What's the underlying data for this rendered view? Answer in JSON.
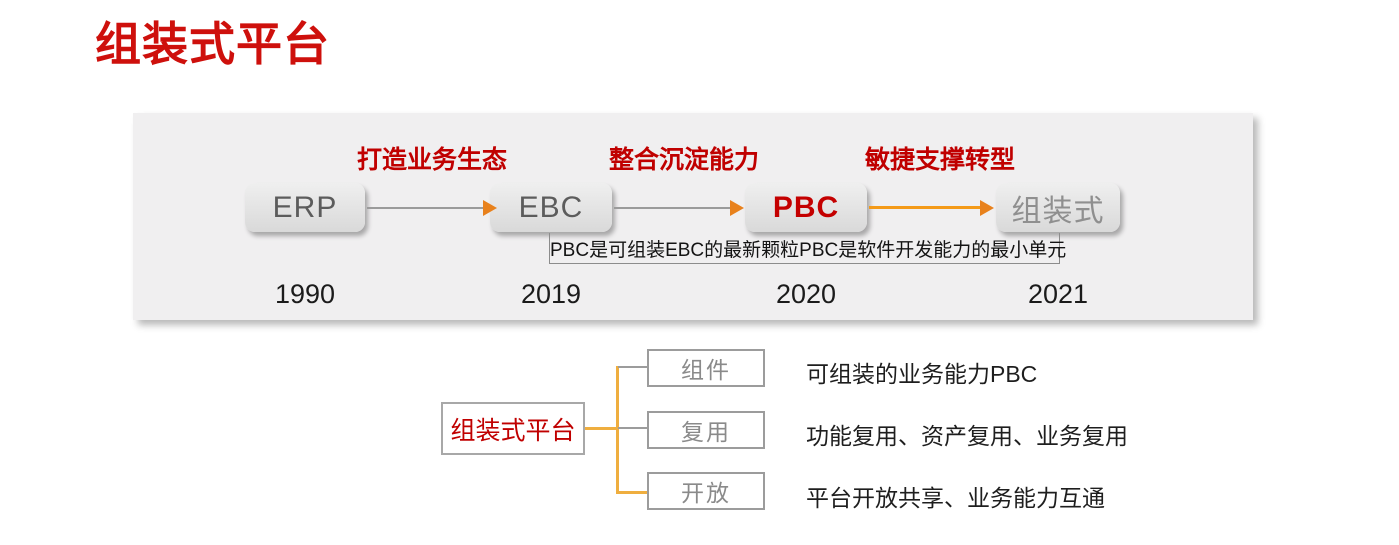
{
  "title": "组装式平台",
  "timeline": {
    "phase_labels": [
      "打造业务生态",
      "整合沉淀能力",
      "敏捷支撑转型"
    ],
    "nodes": [
      {
        "label": "ERP",
        "year": "1990"
      },
      {
        "label": "EBC",
        "year": "2019"
      },
      {
        "label": "PBC",
        "year": "2020"
      },
      {
        "label": "组装式",
        "year": "2021"
      }
    ],
    "notes": [
      "PBC是可组装EBC的最新颗粒",
      "PBC是软件开发能力的最小单元"
    ]
  },
  "tree": {
    "root_label": "组装式平台",
    "branches": [
      {
        "label": "组件",
        "description": "可组装的业务能力PBC"
      },
      {
        "label": "复用",
        "description": "功能复用、资产复用、业务复用"
      },
      {
        "label": "开放",
        "description": "平台开放共享、业务能力互通"
      }
    ]
  },
  "colors": {
    "title_red": "#ce100c",
    "accent_red": "#c00000",
    "arrow_orange": "#e8811c",
    "tree_orange": "#efae3f",
    "line_gray": "#999999"
  }
}
